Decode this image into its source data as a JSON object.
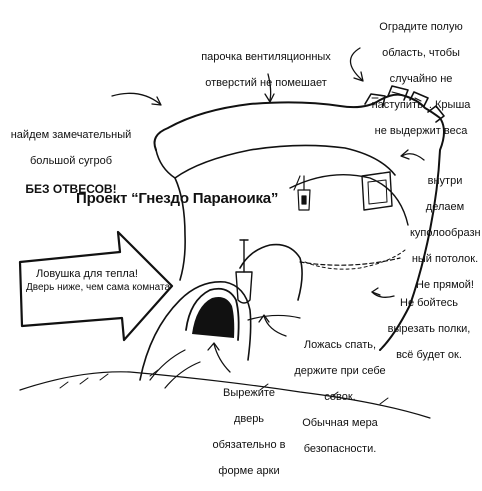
{
  "title": "Проект “Гнездо Параноика”",
  "notes": {
    "vents": [
      "парочка вентиляционных",
      "отверстий не помешает"
    ],
    "roof": [
      "Оградите полую",
      "область, чтобы",
      "случайно не",
      "наступить. . Крыша",
      "не выдержит веса"
    ],
    "drift": [
      "найдем замечательный",
      "большой сугроб"
    ],
    "drift_emphasis": "БЕЗ ОТВЕСОВ!",
    "dome": [
      "внутри",
      "делаем",
      "куполообразн",
      "ный потолок.",
      "Не прямой!"
    ],
    "heat_trap": [
      "Ловушка для тепла!",
      "Дверь ниже, чем сама комната"
    ],
    "shelves": [
      "Не бойтесь",
      "вырезать полки,",
      "всё будет ок."
    ],
    "shovel": [
      "Ложась спать,",
      "держите при себе",
      "совок.",
      "Обычная мера",
      "безопасности."
    ],
    "door": [
      "Вырежите",
      "дверь",
      "обязательно в",
      "форме арки"
    ]
  },
  "colors": {
    "ink": "#111111",
    "paper": "#ffffff"
  },
  "icons": {
    "shovel": "shovel-icon",
    "lantern": "lantern-icon",
    "big_arrow": "big-arrow-icon"
  }
}
